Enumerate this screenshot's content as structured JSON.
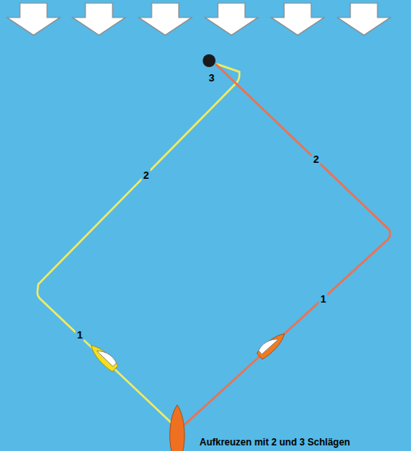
{
  "diagram": {
    "caption": "Aufkreuzen mit 2 und 3 Schlägen",
    "labels": [
      "3",
      "2",
      "2",
      "1",
      "1"
    ]
  }
}
